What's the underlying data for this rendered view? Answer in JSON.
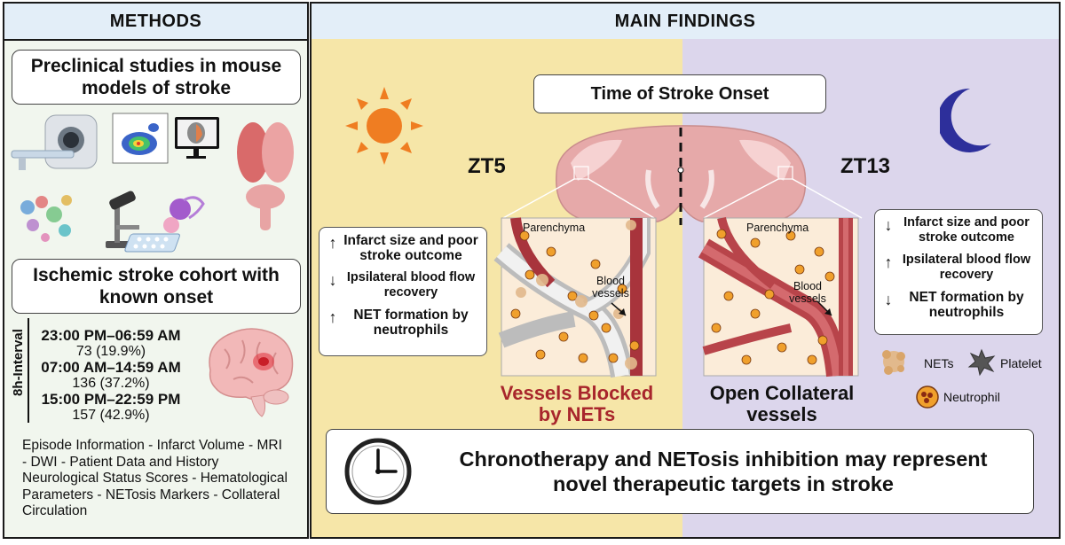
{
  "methods": {
    "header": "METHODS",
    "preclinical_title": "Preclinical studies in mouse models of stroke",
    "cohort_title": "Ischemic stroke cohort with known onset",
    "interval_axis_label": "8h-Interval",
    "intervals": [
      {
        "range": "23:00 PM–06:59 AM",
        "count": "73 (19.9%)"
      },
      {
        "range": "07:00 AM–14:59 AM",
        "count": "136 (37.2%)"
      },
      {
        "range": "15:00 PM–22:59 PM",
        "count": "157 (42.9%)"
      }
    ],
    "variables_text": "Episode Information - Infarct Volume - MRI - DWI - Patient Data and History Neurological Status Scores - Hematological Parameters - NETosis Markers - Collateral Circulation"
  },
  "findings": {
    "header": "MAIN FINDINGS",
    "time_of_onset": "Time of Stroke Onset",
    "zt_left": "ZT5",
    "zt_right": "ZT13",
    "parenchyma_label": "Parenchyma",
    "blood_vessels_label": "Blood vessels",
    "left_findings": [
      {
        "direction": "up",
        "text": "Infarct size and poor stroke outcome"
      },
      {
        "direction": "down",
        "text": "Ipsilateral blood flow recovery"
      },
      {
        "direction": "up",
        "text": "NET formation by neutrophils"
      }
    ],
    "right_findings": [
      {
        "direction": "down",
        "text": "Infarct size and poor stroke outcome"
      },
      {
        "direction": "up",
        "text": "Ipsilateral blood flow recovery"
      },
      {
        "direction": "down",
        "text": "NET formation by neutrophils"
      }
    ],
    "left_caption": "Vessels Blocked by NETs",
    "right_caption": "Open Collateral vessels",
    "legend": {
      "nets": "NETs",
      "platelet": "Platelet",
      "neutrophil": "Neutrophil"
    },
    "conclusion": "Chronotherapy and NETosis inhibition may represent novel therapeutic targets in stroke"
  },
  "colors": {
    "header_bg": "#e3eef8",
    "methods_bg": "#f1f6ee",
    "day_bg": "#f6e6a8",
    "night_bg": "#dcd6ec",
    "sun": "#ef7d22",
    "moon": "#2d2f9b",
    "blocked_caption": "#a8262c",
    "vessel_red": "#b8444a"
  }
}
